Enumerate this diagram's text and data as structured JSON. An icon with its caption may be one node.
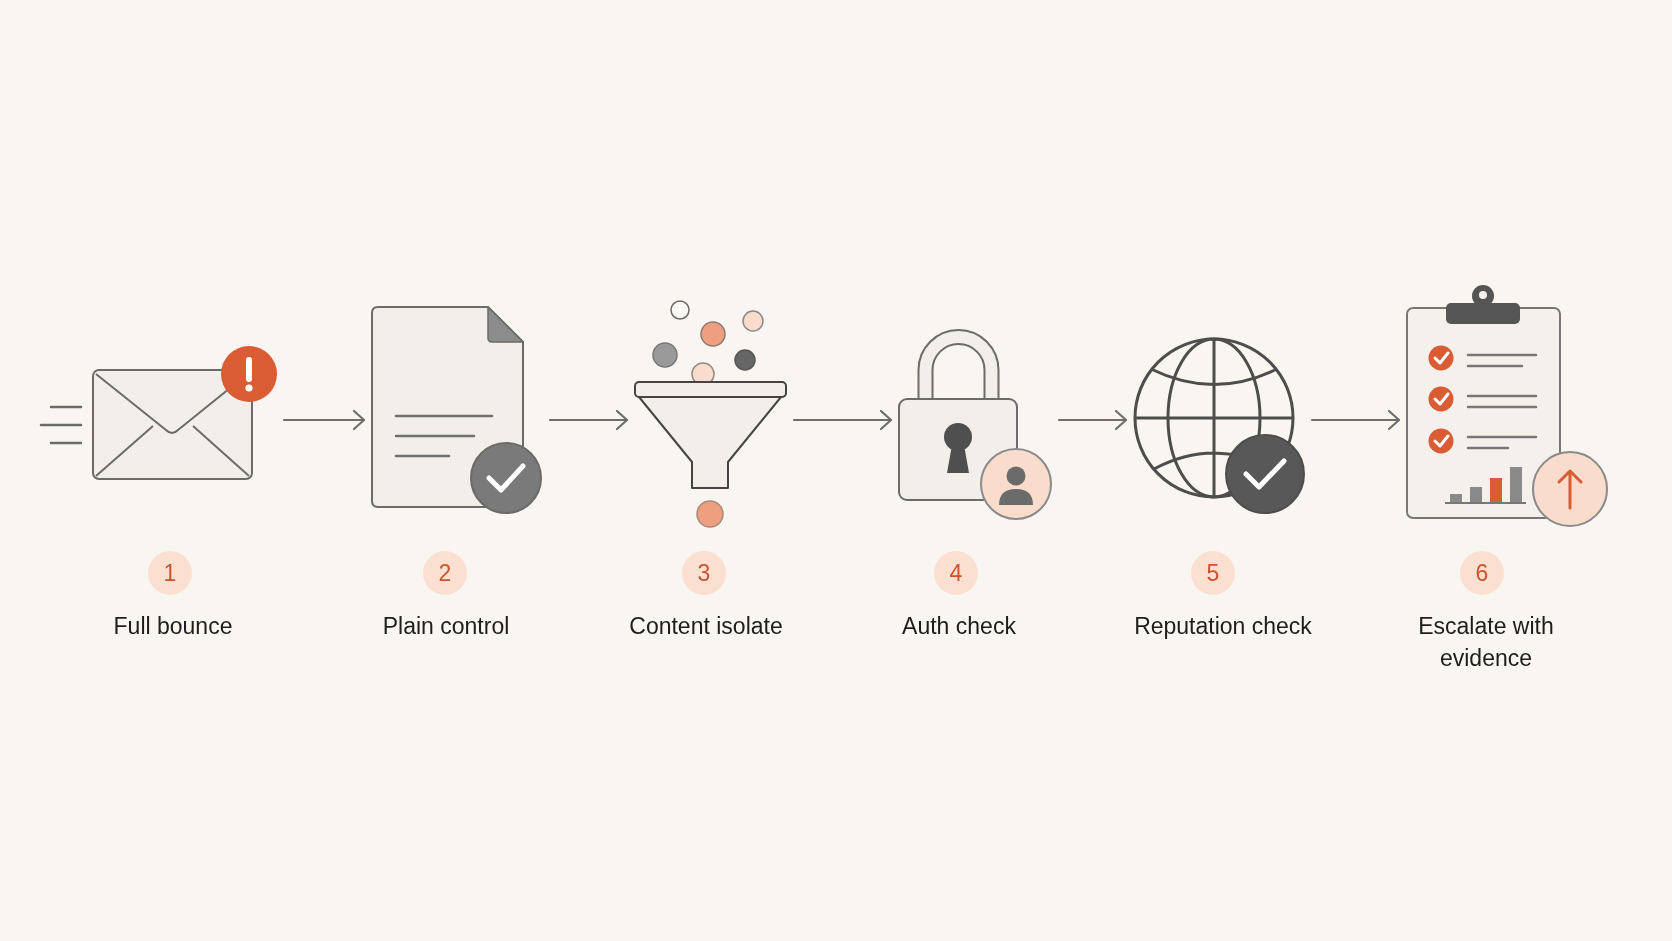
{
  "diagram": {
    "nodes": [
      {
        "text": [],
        "shape": "picture"
      },
      {
        "text": [],
        "shape": "picture"
      },
      {
        "text": [],
        "shape": "picture"
      },
      {
        "text": [],
        "shape": "picture"
      },
      {
        "text": [],
        "shape": "picture"
      },
      {
        "text": [],
        "shape": "picture"
      },
      {
        "text": [
          "1"
        ],
        "beside": [
          "Full bounce"
        ]
      },
      {
        "text": [
          "2"
        ],
        "beside": [
          "Plain control"
        ]
      },
      {
        "text": [
          "3"
        ],
        "beside": [
          "Content isolate"
        ]
      },
      {
        "text": [
          "4"
        ],
        "beside": [
          "Auth check"
        ]
      },
      {
        "text": [
          "5"
        ],
        "beside": [
          "Reputation check"
        ]
      },
      {
        "text": [
          "6"
        ],
        "beside": [
          "Escalate with evidence"
        ]
      }
    ],
    "edges": [
      {
        "from": 0,
        "to": 1,
        "arrow": "to"
      },
      {
        "from": 1,
        "to": 2,
        "arrow": "to"
      },
      {
        "from": 2,
        "to": 3,
        "arrow": "to"
      },
      {
        "from": 3,
        "to": 4,
        "arrow": "to"
      },
      {
        "from": 4,
        "to": 5,
        "arrow": "to"
      }
    ]
  }
}
